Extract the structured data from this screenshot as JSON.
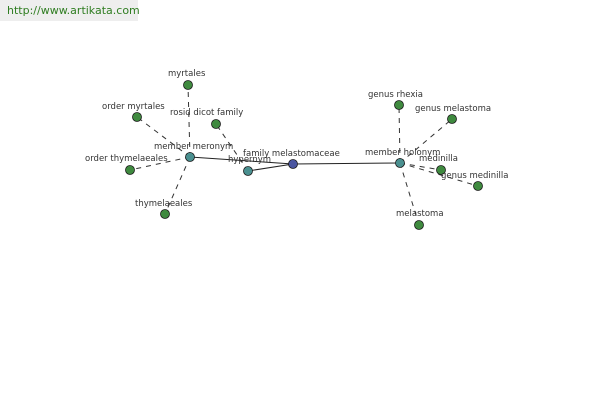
{
  "source": {
    "url_text": "http://www.artikata.com"
  },
  "colors": {
    "leaf_node": "#3f8a3f",
    "relation_node": "#4a9090",
    "central_node": "#4a55a0",
    "solid_edge": "#222222",
    "dashed_edge": "#333333"
  },
  "graph": {
    "nodes": [
      {
        "id": "family_melastomaceae",
        "label": "family melastomaceae",
        "kind": "central"
      },
      {
        "id": "hypernym",
        "label": "hypernym",
        "kind": "relation"
      },
      {
        "id": "member_meronym",
        "label": "member meronym",
        "kind": "relation"
      },
      {
        "id": "member_holonym",
        "label": "member holonym",
        "kind": "relation"
      },
      {
        "id": "rosid_dicot_family",
        "label": "rosid dicot family",
        "kind": "leaf"
      },
      {
        "id": "myrtales",
        "label": "myrtales",
        "kind": "leaf"
      },
      {
        "id": "order_myrtales",
        "label": "order myrtales",
        "kind": "leaf"
      },
      {
        "id": "order_thymelaeales",
        "label": "order thymelaeales",
        "kind": "leaf"
      },
      {
        "id": "thymelaeales",
        "label": "thymelaeales",
        "kind": "leaf"
      },
      {
        "id": "genus_rhexia",
        "label": "genus rhexia",
        "kind": "leaf"
      },
      {
        "id": "genus_melastoma",
        "label": "genus melastoma",
        "kind": "leaf"
      },
      {
        "id": "medinilla",
        "label": "medinilla",
        "kind": "leaf"
      },
      {
        "id": "genus_medinilla",
        "label": "genus medinilla",
        "kind": "leaf"
      },
      {
        "id": "melastoma",
        "label": "melastoma",
        "kind": "leaf"
      }
    ],
    "edges": [
      {
        "from": "family_melastomaceae",
        "to": "hypernym",
        "style": "solid"
      },
      {
        "from": "family_melastomaceae",
        "to": "member_meronym",
        "style": "solid"
      },
      {
        "from": "family_melastomaceae",
        "to": "member_holonym",
        "style": "solid"
      },
      {
        "from": "hypernym",
        "to": "rosid_dicot_family",
        "style": "dashed"
      },
      {
        "from": "member_meronym",
        "to": "myrtales",
        "style": "dashed"
      },
      {
        "from": "member_meronym",
        "to": "order_myrtales",
        "style": "dashed"
      },
      {
        "from": "member_meronym",
        "to": "order_thymelaeales",
        "style": "dashed"
      },
      {
        "from": "member_meronym",
        "to": "thymelaeales",
        "style": "dashed"
      },
      {
        "from": "member_holonym",
        "to": "genus_rhexia",
        "style": "dashed"
      },
      {
        "from": "member_holonym",
        "to": "genus_melastoma",
        "style": "dashed"
      },
      {
        "from": "member_holonym",
        "to": "medinilla",
        "style": "dashed"
      },
      {
        "from": "member_holonym",
        "to": "genus_medinilla",
        "style": "dashed"
      },
      {
        "from": "member_holonym",
        "to": "melastoma",
        "style": "dashed"
      }
    ]
  }
}
